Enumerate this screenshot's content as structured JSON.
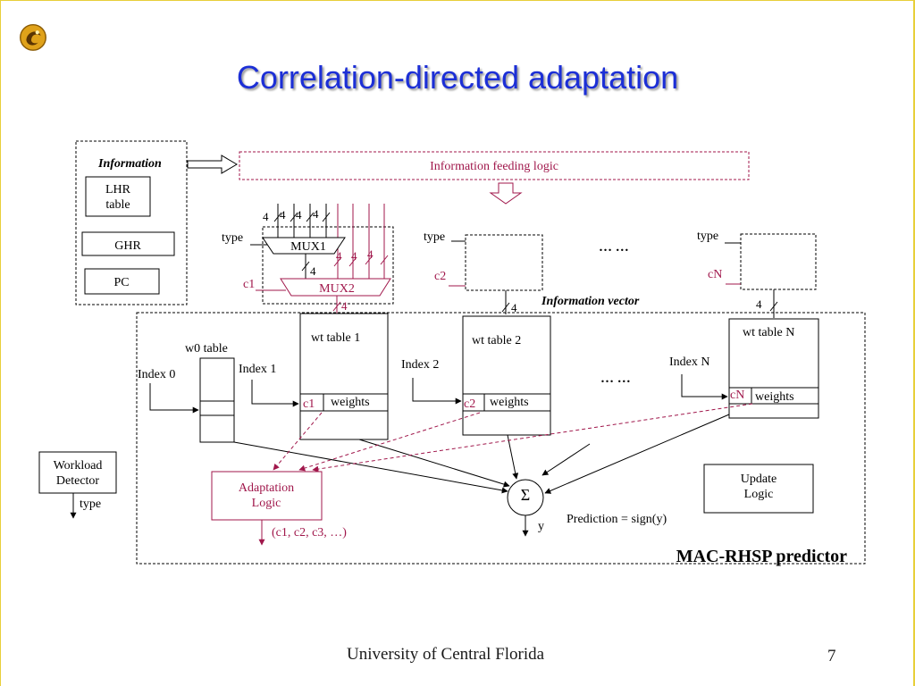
{
  "slide": {
    "title": "Correlation-directed adaptation",
    "footer": "University of Central Florida",
    "page_number": "7"
  },
  "diagram": {
    "information_label": "Information",
    "info_items": [
      "LHR table",
      "GHR",
      "PC"
    ],
    "feeding_logic": "Information feeding logic",
    "information_vector": "Information vector",
    "mux1": "MUX1",
    "mux2": "MUX2",
    "type": "type",
    "c1": "c1",
    "c2": "c2",
    "cN": "cN",
    "four": "4",
    "ellipsis": "… …",
    "w0_table": "w0 table",
    "wt_table_1": "wt table 1",
    "wt_table_2": "wt table 2",
    "wt_table_n": "wt table N",
    "index_0": "Index 0",
    "index_1": "Index 1",
    "index_2": "Index 2",
    "index_n": "Index N",
    "weights": "weights",
    "workload_detector": [
      "Workload",
      "Detector"
    ],
    "adaptation_logic": [
      "Adaptation",
      "Logic"
    ],
    "c_output": "(c1, c2, c3, …)",
    "update_logic": [
      "Update",
      "Logic"
    ],
    "sigma": "Σ",
    "y": "y",
    "prediction": "Prediction = sign(y)",
    "predictor_name": "MAC-RHSP predictor"
  },
  "colors": {
    "title": "#1c2fd6",
    "accent": "#a0174b",
    "frame": "#e8cf3a"
  }
}
